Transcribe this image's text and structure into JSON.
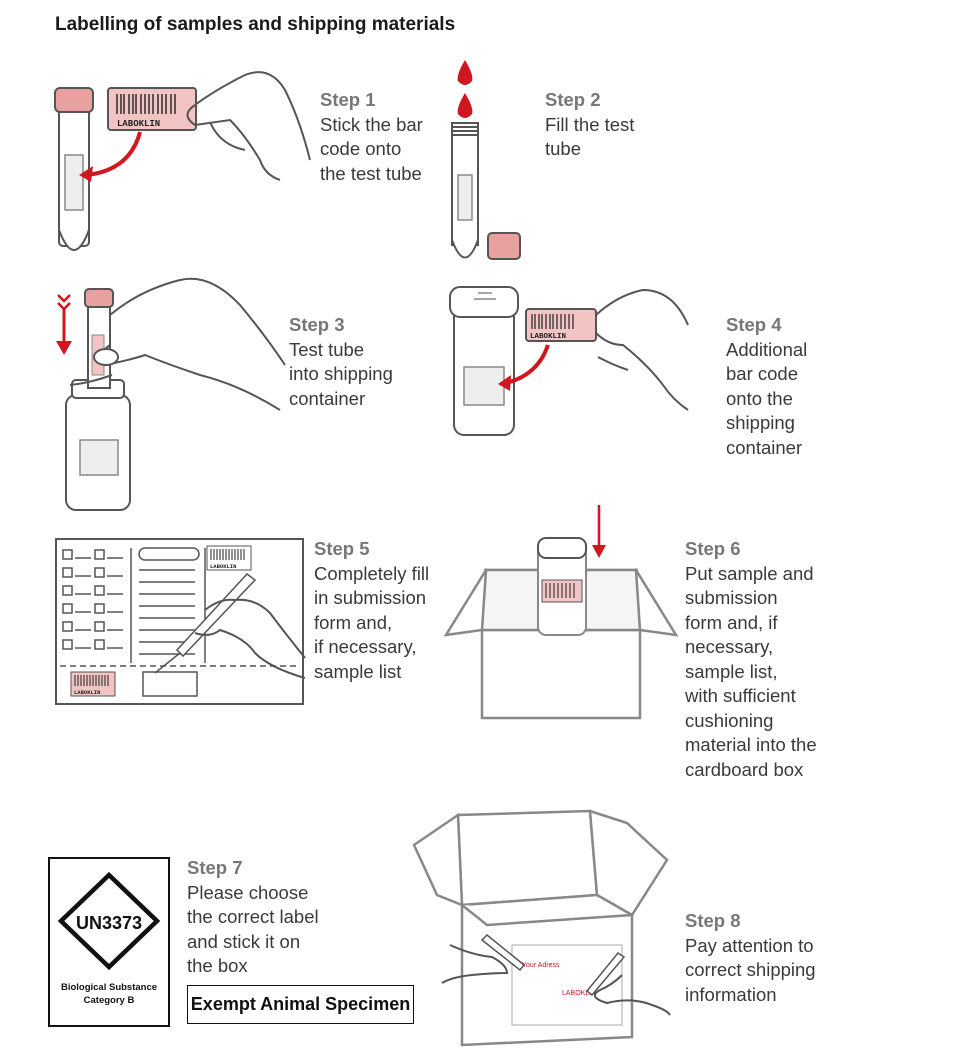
{
  "title": "Labelling of samples and shipping materials",
  "brand_label": "LABOKLIN",
  "steps": [
    {
      "head": "Step 1",
      "lines": [
        "Stick the bar",
        "code onto",
        "the test tube"
      ]
    },
    {
      "head": "Step 2",
      "lines": [
        "Fill the test",
        "tube"
      ]
    },
    {
      "head": "Step 3",
      "lines": [
        "Test tube",
        "into shipping",
        "container"
      ]
    },
    {
      "head": "Step 4",
      "lines": [
        "Additional",
        "bar code",
        "onto the",
        "shipping",
        "container"
      ]
    },
    {
      "head": "Step 5",
      "lines": [
        "Completely fill",
        "in submission",
        "form and,",
        "if necessary,",
        "sample list"
      ]
    },
    {
      "head": "Step 6",
      "lines": [
        "Put sample and",
        "submission",
        "form and, if",
        "necessary,",
        "sample list,",
        "with sufficient",
        "cushioning",
        "material into the",
        "cardboard box"
      ]
    },
    {
      "head": "Step 7",
      "lines": [
        "Please choose",
        "the correct label",
        "and stick it on",
        "the box"
      ]
    },
    {
      "head": "Step 8",
      "lines": [
        "Pay attention to",
        "correct shipping",
        "information"
      ]
    }
  ],
  "un_label": {
    "code": "UN3373",
    "line1": "Biological Substance",
    "line2": "Category B"
  },
  "exempt_label": "Exempt Animal Specimen",
  "box_label": {
    "address": "Your Adress",
    "lab": "LABOKLIN"
  },
  "colors": {
    "accent_red": "#d0161e",
    "cap_pink": "#e8a0a0",
    "label_pink": "#f2c4c4",
    "outline": "#555555"
  }
}
